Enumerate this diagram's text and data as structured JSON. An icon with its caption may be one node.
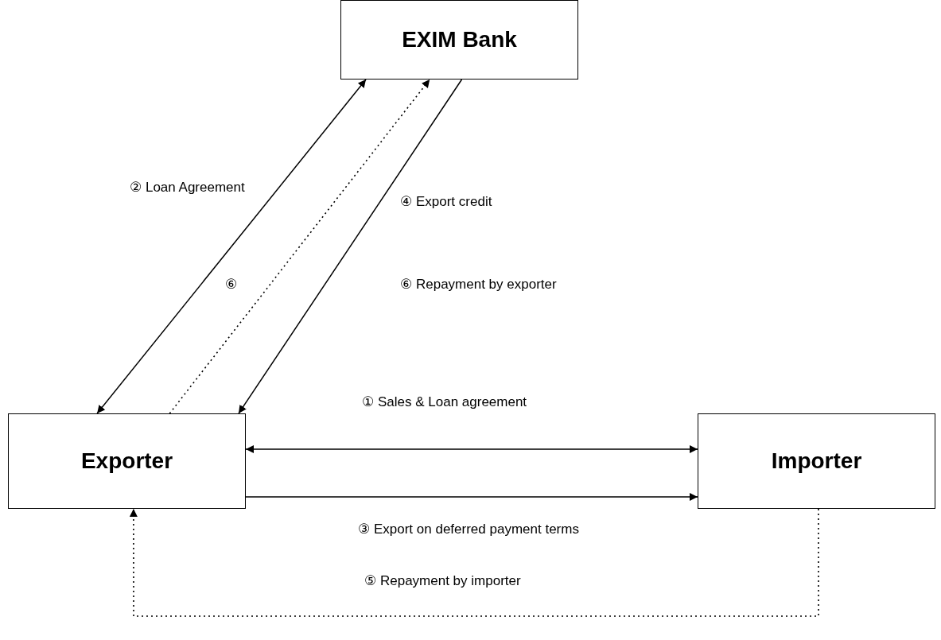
{
  "diagram": {
    "nodes": [
      {
        "text": [
          "EXIM Bank"
        ]
      },
      {
        "text": [
          "Exporter"
        ]
      },
      {
        "text": [
          "Importer"
        ]
      }
    ],
    "edges": [
      {
        "from": 1,
        "to": 0,
        "arrow": "both",
        "label": "② Loan Agreement"
      },
      {
        "from": 1,
        "to": 0,
        "arrow": "to",
        "style": "dashed",
        "label": "⑥"
      },
      {
        "from": 0,
        "to": 1,
        "arrow": "to",
        "label": "④ Export credit"
      },
      {
        "from": 1,
        "to": 2,
        "arrow": "both",
        "label": "① Sales & Loan agreement"
      },
      {
        "from": 1,
        "to": 2,
        "arrow": "to",
        "label": "③ Export on deferred payment terms"
      },
      {
        "from": 2,
        "to": 1,
        "arrow": "to",
        "style": "dashed",
        "label": "⑤ Repayment by importer"
      }
    ],
    "labels": [
      "⑥ Repayment by exporter"
    ]
  }
}
